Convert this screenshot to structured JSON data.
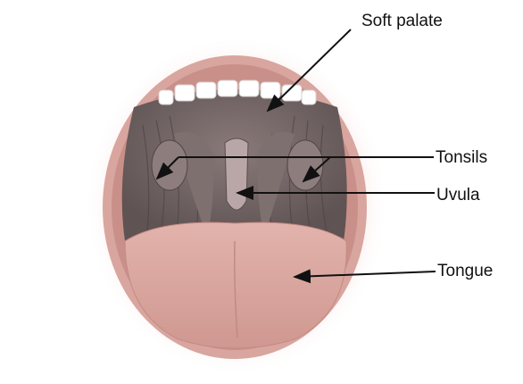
{
  "diagram": {
    "labels": {
      "soft_palate": "Soft palate",
      "tonsils": "Tonsils",
      "uvula": "Uvula",
      "tongue": "Tongue"
    },
    "colors": {
      "lips": "#d9a59f",
      "skin_glow": "#f0c9c2",
      "throat": "#6e6161",
      "tongue": "#d9a7a0",
      "teeth": "#ffffff",
      "leader_lines": "#111111"
    }
  }
}
